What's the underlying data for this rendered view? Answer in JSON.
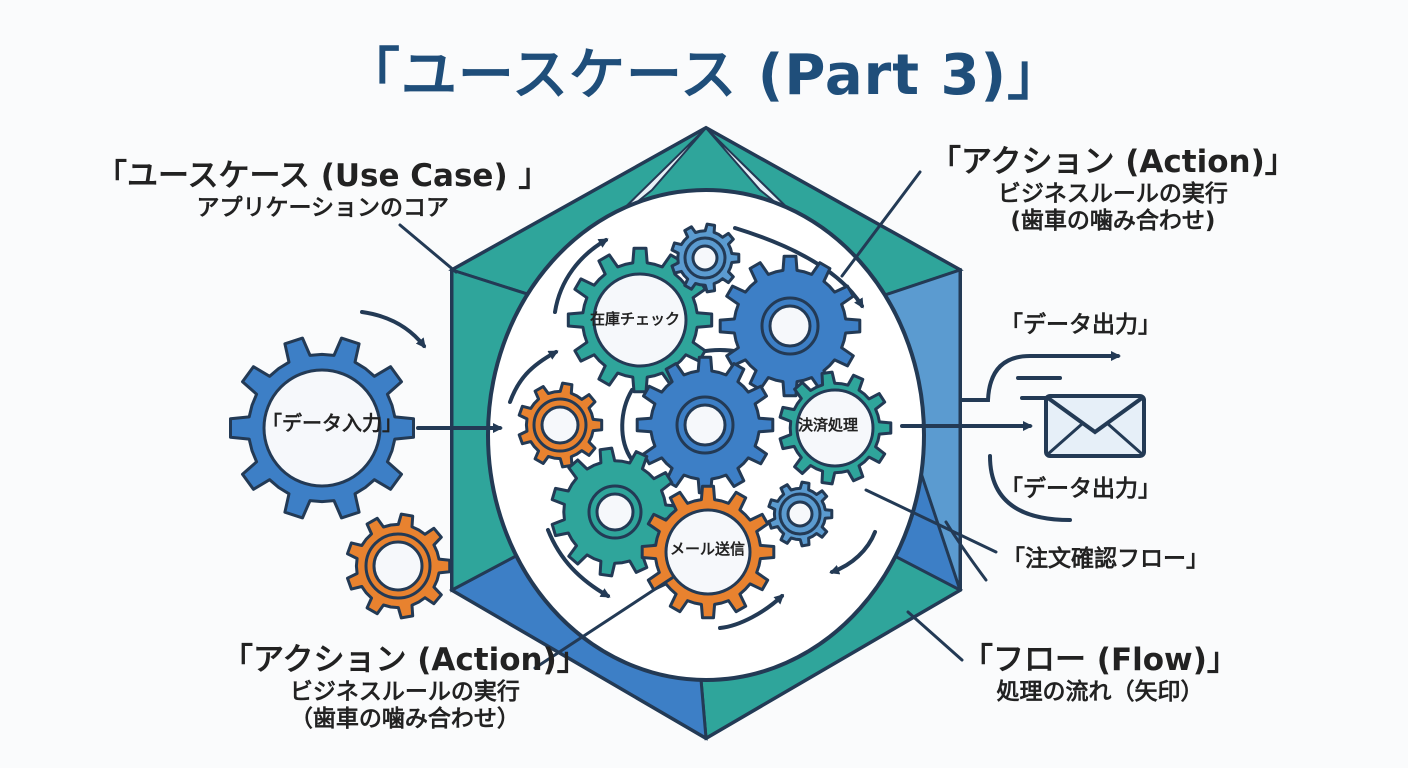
{
  "title": "「ユースケース (Part 3)」",
  "callouts": {
    "use_case": {
      "heading": "「ユースケース (Use Case) 」",
      "sub": "アプリケーションのコア"
    },
    "action_top": {
      "heading": "「アクション (Action)」",
      "sub1": "ビジネスルールの実行",
      "sub2": "(歯車の噛み合わせ)"
    },
    "action_bottom": {
      "heading": "「アクション (Action)」",
      "sub1": "ビジネスルールの実行",
      "sub2": "（歯車の噛み合わせ）"
    },
    "flow": {
      "heading": "「フロー (Flow)」",
      "sub": "処理の流れ（矢印）"
    },
    "data_output_1": "「データ出力」",
    "data_output_2": "「データ出力」",
    "order_flow": "「注文確認フロー」"
  },
  "gears": {
    "data_input": "「データ入力」",
    "stock_check": "在庫チェック",
    "payment": "決済処理",
    "mail_send": "メール送信"
  },
  "icons": [
    "gear-icon",
    "envelope-icon",
    "arrow-icon"
  ],
  "colors": {
    "title": "#1f4e7a",
    "blue": "#3d7fc6",
    "teal": "#2fa59b",
    "orange": "#e8822f",
    "pale_blue": "#5b9bd0",
    "outline": "#233a55"
  }
}
